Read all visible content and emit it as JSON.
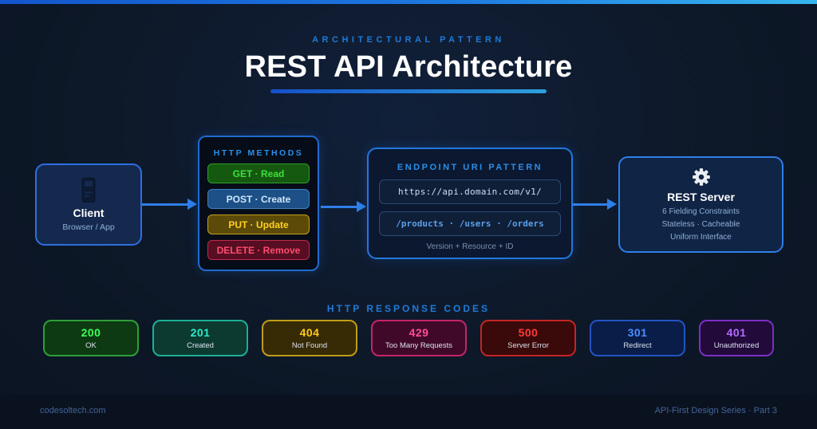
{
  "header": {
    "eyebrow": "ARCHITECTURAL PATTERN",
    "title": "REST API Architecture"
  },
  "flow": {
    "client": {
      "icon": "smartphone-icon",
      "title": "Client",
      "subtitle": "Browser / App"
    },
    "http_methods": {
      "title": "HTTP METHODS",
      "methods": [
        {
          "label": "GET · Read",
          "bg": "#14590f",
          "border": "#2f9e2a",
          "color": "#3fe03a"
        },
        {
          "label": "POST · Create",
          "bg": "#1c5086",
          "border": "#3d7fc4",
          "color": "#cfe6ff"
        },
        {
          "label": "PUT · Update",
          "bg": "#5c4a08",
          "border": "#c2a01c",
          "color": "#ffd21e"
        },
        {
          "label": "DELETE · Remove",
          "bg": "#570d22",
          "border": "#c22a4c",
          "color": "#ff4d6e"
        }
      ]
    },
    "endpoint": {
      "title": "ENDPOINT URI PATTERN",
      "base_url": "https://api.domain.com/v1/",
      "resources": "/products · /users · /orders",
      "caption": "Version + Resource + ID"
    },
    "server": {
      "icon": "gear-icon",
      "title": "REST Server",
      "lines": [
        "6 Fielding Constraints",
        "Stateless · Cacheable",
        "Uniform Interface"
      ]
    }
  },
  "response_codes": {
    "title": "HTTP RESPONSE CODES",
    "codes": [
      {
        "code": "200",
        "label": "OK",
        "bg": "#0d3a12",
        "border": "#2f9e3a",
        "color": "#3dff57"
      },
      {
        "code": "201",
        "label": "Created",
        "bg": "#0c3a31",
        "border": "#1fae94",
        "color": "#2ee8c8"
      },
      {
        "code": "404",
        "label": "Not Found",
        "bg": "#372b06",
        "border": "#bf9c1a",
        "color": "#ffc81e"
      },
      {
        "code": "429",
        "label": "Too Many Requests",
        "bg": "#40092a",
        "border": "#c22668",
        "color": "#ff4d94"
      },
      {
        "code": "500",
        "label": "Server Error",
        "bg": "#3a0909",
        "border": "#c22525",
        "color": "#ff3a3a"
      },
      {
        "code": "301",
        "label": "Redirect",
        "bg": "#0a1d48",
        "border": "#2353c2",
        "color": "#4d8cff"
      },
      {
        "code": "401",
        "label": "Unauthorized",
        "bg": "#220a3a",
        "border": "#7a2fc2",
        "color": "#b36aff"
      }
    ]
  },
  "footer": {
    "left": "codesoltech.com",
    "right": "API-First Design Series · Part 3"
  },
  "colors": {
    "accent_blue": "#2e7fe8",
    "heading_blue": "#1f7ad8",
    "background": "#0d1828",
    "topbar_gradient_start": "#1255cc",
    "topbar_gradient_end": "#38b6f0"
  }
}
